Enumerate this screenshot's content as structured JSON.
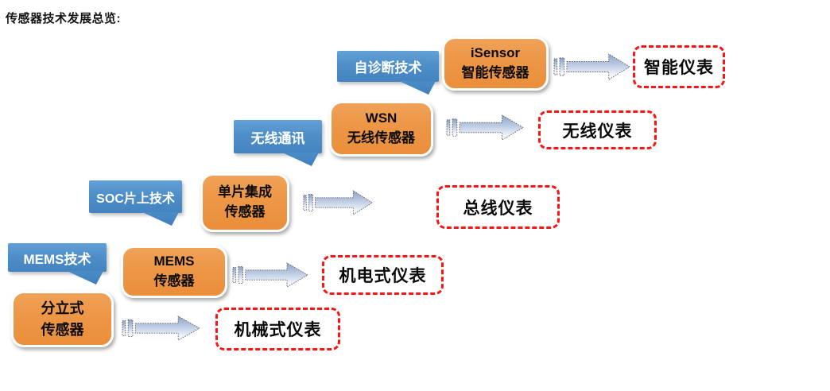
{
  "title": "传感器技术发展总览:",
  "colors": {
    "sensor_box_orange": "#ED9747",
    "tech_callout_blue": "#4E8FC9",
    "target_border_red": "#FA1414",
    "arrow_gradient_top": "#8CA3C9",
    "arrow_gradient_bottom": "#FFFFFF",
    "box_text": "#0B0B0B",
    "callout_text": "#FFFFFF"
  },
  "rows": [
    {
      "tech": "自诊断技术",
      "sensor": {
        "line1": "iSensor",
        "line2": "智能传感器"
      },
      "target": "智能仪表"
    },
    {
      "tech": "无线通讯",
      "sensor": {
        "line1": "WSN",
        "line2": "无线传感器"
      },
      "target": "无线仪表"
    },
    {
      "tech": "SOC片上技术",
      "sensor": {
        "line1": "单片集成",
        "line2": "传感器"
      },
      "target": "总线仪表"
    },
    {
      "tech": "MEMS技术",
      "sensor": {
        "line1": "MEMS",
        "line2": "传感器"
      },
      "target": "机电式仪表"
    },
    {
      "sensor": {
        "line1": "分立式",
        "line2": "传感器"
      },
      "target": "机械式仪表"
    }
  ]
}
